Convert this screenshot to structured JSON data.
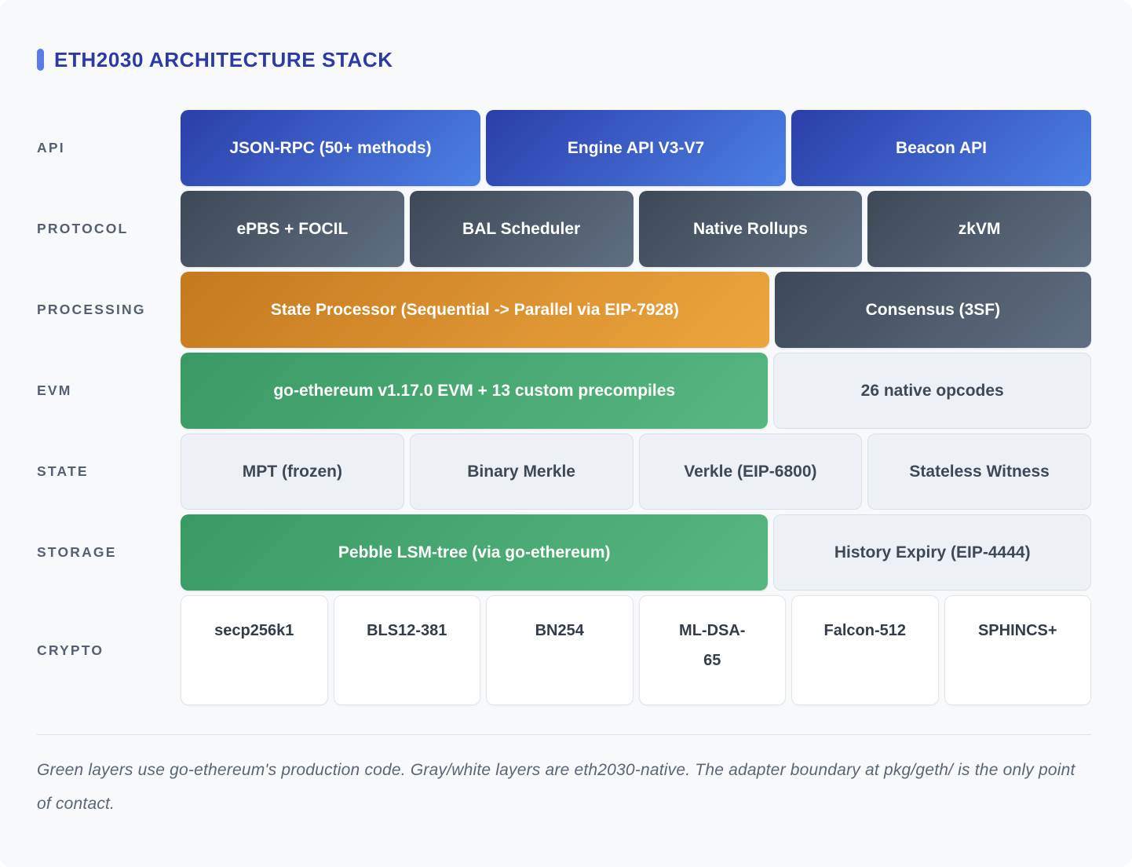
{
  "title": "ETH2030 ARCHITECTURE STACK",
  "colors": {
    "canvas_bg": "#f7f9fb",
    "accent_bar": "#5b7ae8",
    "title_text": "#2c3aa6",
    "row_label_text": "#566070",
    "blue_gradient": [
      "#2b3ea9",
      "#4c80e4"
    ],
    "slate_gradient": [
      "#3e4957",
      "#5f6e82"
    ],
    "orange_gradient": [
      "#c5791f",
      "#eda63e"
    ],
    "green_gradient": [
      "#3a9a64",
      "#57b780"
    ],
    "light_block_bg": "#edf1f6",
    "white_block_bg": "#ffffff",
    "footnote_text": "#5b6673"
  },
  "rows": [
    {
      "label": "API",
      "blocks": [
        {
          "text": "JSON-RPC (50+ methods)",
          "variant": "blue"
        },
        {
          "text": "Engine API V3-V7",
          "variant": "blue"
        },
        {
          "text": "Beacon API",
          "variant": "blue"
        }
      ]
    },
    {
      "label": "PROTOCOL",
      "blocks": [
        {
          "text": "ePBS + FOCIL",
          "variant": "slate"
        },
        {
          "text": "BAL Scheduler",
          "variant": "slate"
        },
        {
          "text": "Native Rollups",
          "variant": "slate"
        },
        {
          "text": "zkVM",
          "variant": "slate"
        }
      ]
    },
    {
      "label": "PROCESSING",
      "blocks": [
        {
          "text": "State Processor (Sequential -> Parallel via EIP-7928)",
          "variant": "orange"
        },
        {
          "text": "Consensus (3SF)",
          "variant": "slate"
        }
      ]
    },
    {
      "label": "EVM",
      "blocks": [
        {
          "text": "go-ethereum v1.17.0 EVM + 13 custom precompiles",
          "variant": "green"
        },
        {
          "text": "26 native opcodes",
          "variant": "light"
        }
      ]
    },
    {
      "label": "STATE",
      "blocks": [
        {
          "text": "MPT (frozen)",
          "variant": "light"
        },
        {
          "text": "Binary Merkle",
          "variant": "light"
        },
        {
          "text": "Verkle (EIP-6800)",
          "variant": "light"
        },
        {
          "text": "Stateless Witness",
          "variant": "light"
        }
      ]
    },
    {
      "label": "STORAGE",
      "blocks": [
        {
          "text": "Pebble LSM-tree (via go-ethereum)",
          "variant": "green"
        },
        {
          "text": "History Expiry (EIP-4444)",
          "variant": "light"
        }
      ]
    },
    {
      "label": "CRYPTO",
      "blocks": [
        {
          "text": "secp256k1",
          "variant": "white"
        },
        {
          "text": "BLS12-381",
          "variant": "white"
        },
        {
          "text": "BN254",
          "variant": "white"
        },
        {
          "text": "ML-DSA-65",
          "variant": "white"
        },
        {
          "text": "Falcon-512",
          "variant": "white"
        },
        {
          "text": "SPHINCS+",
          "variant": "white"
        }
      ]
    }
  ],
  "footnote": "Green layers use go-ethereum's production code. Gray/white layers are eth2030-native. The adapter boundary at pkg/geth/ is the only point of contact."
}
